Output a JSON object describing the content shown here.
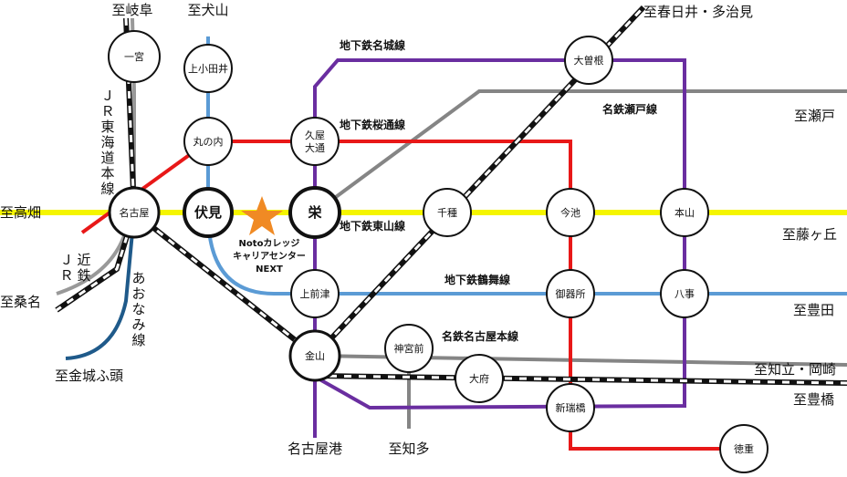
{
  "destinations": {
    "gifu": "至岐阜",
    "inuyama": "至犬山",
    "kasugai": "至春日井・多治見",
    "seto": "至瀬戸",
    "takabata": "至高畑",
    "fujigaoka": "至藤ヶ丘",
    "kuwana": "至桑名",
    "toyota": "至豊田",
    "kinjo": "至金城ふ頭",
    "chiryu": "至知立・岡崎",
    "toyohashi": "至豊橋",
    "chita": "至知多",
    "nagoyako": "名古屋港"
  },
  "line_labels": {
    "meijo": "地下鉄名城線",
    "sakuradori": "地下鉄桜通線",
    "seto": "名鉄瀬戸線",
    "higashiyama": "地下鉄東山線",
    "tsurumai": "地下鉄鶴舞線",
    "meitetsu": "名鉄名古屋本線",
    "jr_tokaido": [
      "Ｊ",
      "Ｒ",
      "東",
      "海",
      "道",
      "本",
      "線"
    ],
    "jr_kintetsu_a": [
      "Ｊ",
      "Ｒ"
    ],
    "jr_kintetsu_b": [
      "近",
      "鉄"
    ],
    "aonami": [
      "あ",
      "お",
      "な",
      "み",
      "線"
    ]
  },
  "stations": {
    "ichinomiya": "一宮",
    "kamiotai": "上小田井",
    "marunouchi": "丸の内",
    "hisaya": [
      "久屋",
      "大通"
    ],
    "ozone": "大曽根",
    "nagoya": "名古屋",
    "fushimi": "伏見",
    "sakae": "栄",
    "chikusa": "千種",
    "imaike": "今池",
    "motoyama": "本山",
    "kamimaezu": "上前津",
    "gokiso": "御器所",
    "yagoto": "八事",
    "kanayama": "金山",
    "jingumae": "神宮前",
    "obu": "大府",
    "aratamabashi": "新瑞橋",
    "tokushige": "徳重"
  },
  "school": {
    "name_lines": [
      "Notoカレッジ",
      "キャリアセンター",
      "NEXT"
    ],
    "icon": "star-icon"
  },
  "colors": {
    "higashiyama": "#f5f500",
    "sakuradori": "#e81818",
    "meijo": "#6a2ea0",
    "tsurumai": "#5b9bd5",
    "seto_gray": "#858585",
    "aonami": "#1f5a8a",
    "kamiotai_line": "#6fa8dc",
    "star": "#f08a24"
  }
}
